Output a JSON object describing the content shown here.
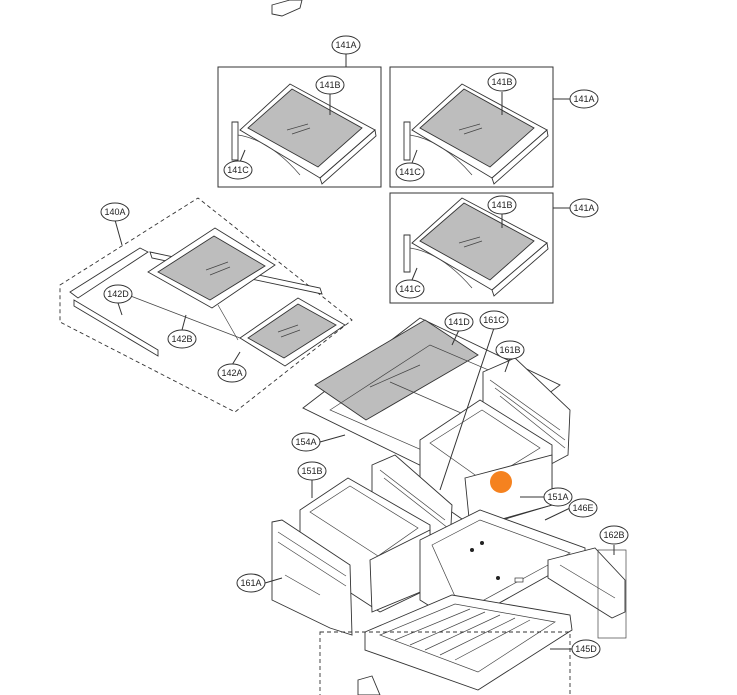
{
  "diagram": {
    "callouts": [
      {
        "id": "c-141A-top",
        "label": "141A"
      },
      {
        "id": "c-141B-1",
        "label": "141B"
      },
      {
        "id": "c-141C-1",
        "label": "141C"
      },
      {
        "id": "c-141B-2",
        "label": "141B"
      },
      {
        "id": "c-141A-right1",
        "label": "141A"
      },
      {
        "id": "c-141C-2",
        "label": "141C"
      },
      {
        "id": "c-141B-3",
        "label": "141B"
      },
      {
        "id": "c-141A-right2",
        "label": "141A"
      },
      {
        "id": "c-141C-3",
        "label": "141C"
      },
      {
        "id": "c-140A",
        "label": "140A"
      },
      {
        "id": "c-142D",
        "label": "142D"
      },
      {
        "id": "c-142B",
        "label": "142B"
      },
      {
        "id": "c-142A",
        "label": "142A"
      },
      {
        "id": "c-141D",
        "label": "141D"
      },
      {
        "id": "c-161C",
        "label": "161C"
      },
      {
        "id": "c-161B-right",
        "label": "161B"
      },
      {
        "id": "c-154A",
        "label": "154A"
      },
      {
        "id": "c-151B",
        "label": "151B"
      },
      {
        "id": "c-151A",
        "label": "151A"
      },
      {
        "id": "c-146E",
        "label": "146E"
      },
      {
        "id": "c-162B",
        "label": "162B"
      },
      {
        "id": "c-161A",
        "label": "161A"
      },
      {
        "id": "c-145D",
        "label": "145D"
      }
    ],
    "colors": {
      "line": "#333333",
      "glass": "#bdbdbd",
      "marker": "#f5821f",
      "background": "#ffffff"
    }
  }
}
